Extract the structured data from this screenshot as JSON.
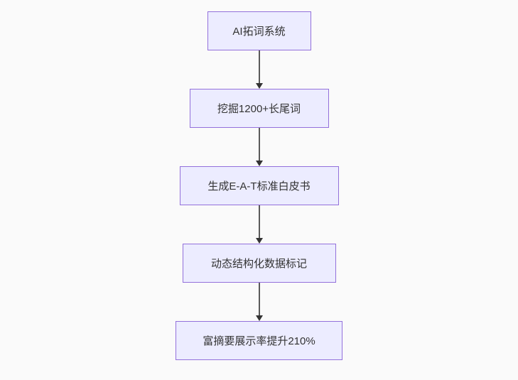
{
  "page": {
    "background": "#fafafa"
  },
  "flowchart": {
    "type": "flowchart",
    "direction": "top-down",
    "colors": {
      "background": "#fafafa",
      "node_fill": "#ECECFF",
      "node_border": "#9370DB",
      "node_text": "#333333",
      "edge_line": "#5a5a5a",
      "edge_arrow": "#333333"
    },
    "nodes": [
      {
        "label": "AI拓词系统"
      },
      {
        "label": "挖掘1200+长尾词"
      },
      {
        "label": "生成E-A-T标准白皮书"
      },
      {
        "label": "动态结构化数据标记"
      },
      {
        "label": "富摘要展示率提升210%"
      }
    ],
    "edges": [
      {
        "from": 0,
        "to": 1
      },
      {
        "from": 1,
        "to": 2
      },
      {
        "from": 2,
        "to": 3
      },
      {
        "from": 3,
        "to": 4
      }
    ]
  }
}
